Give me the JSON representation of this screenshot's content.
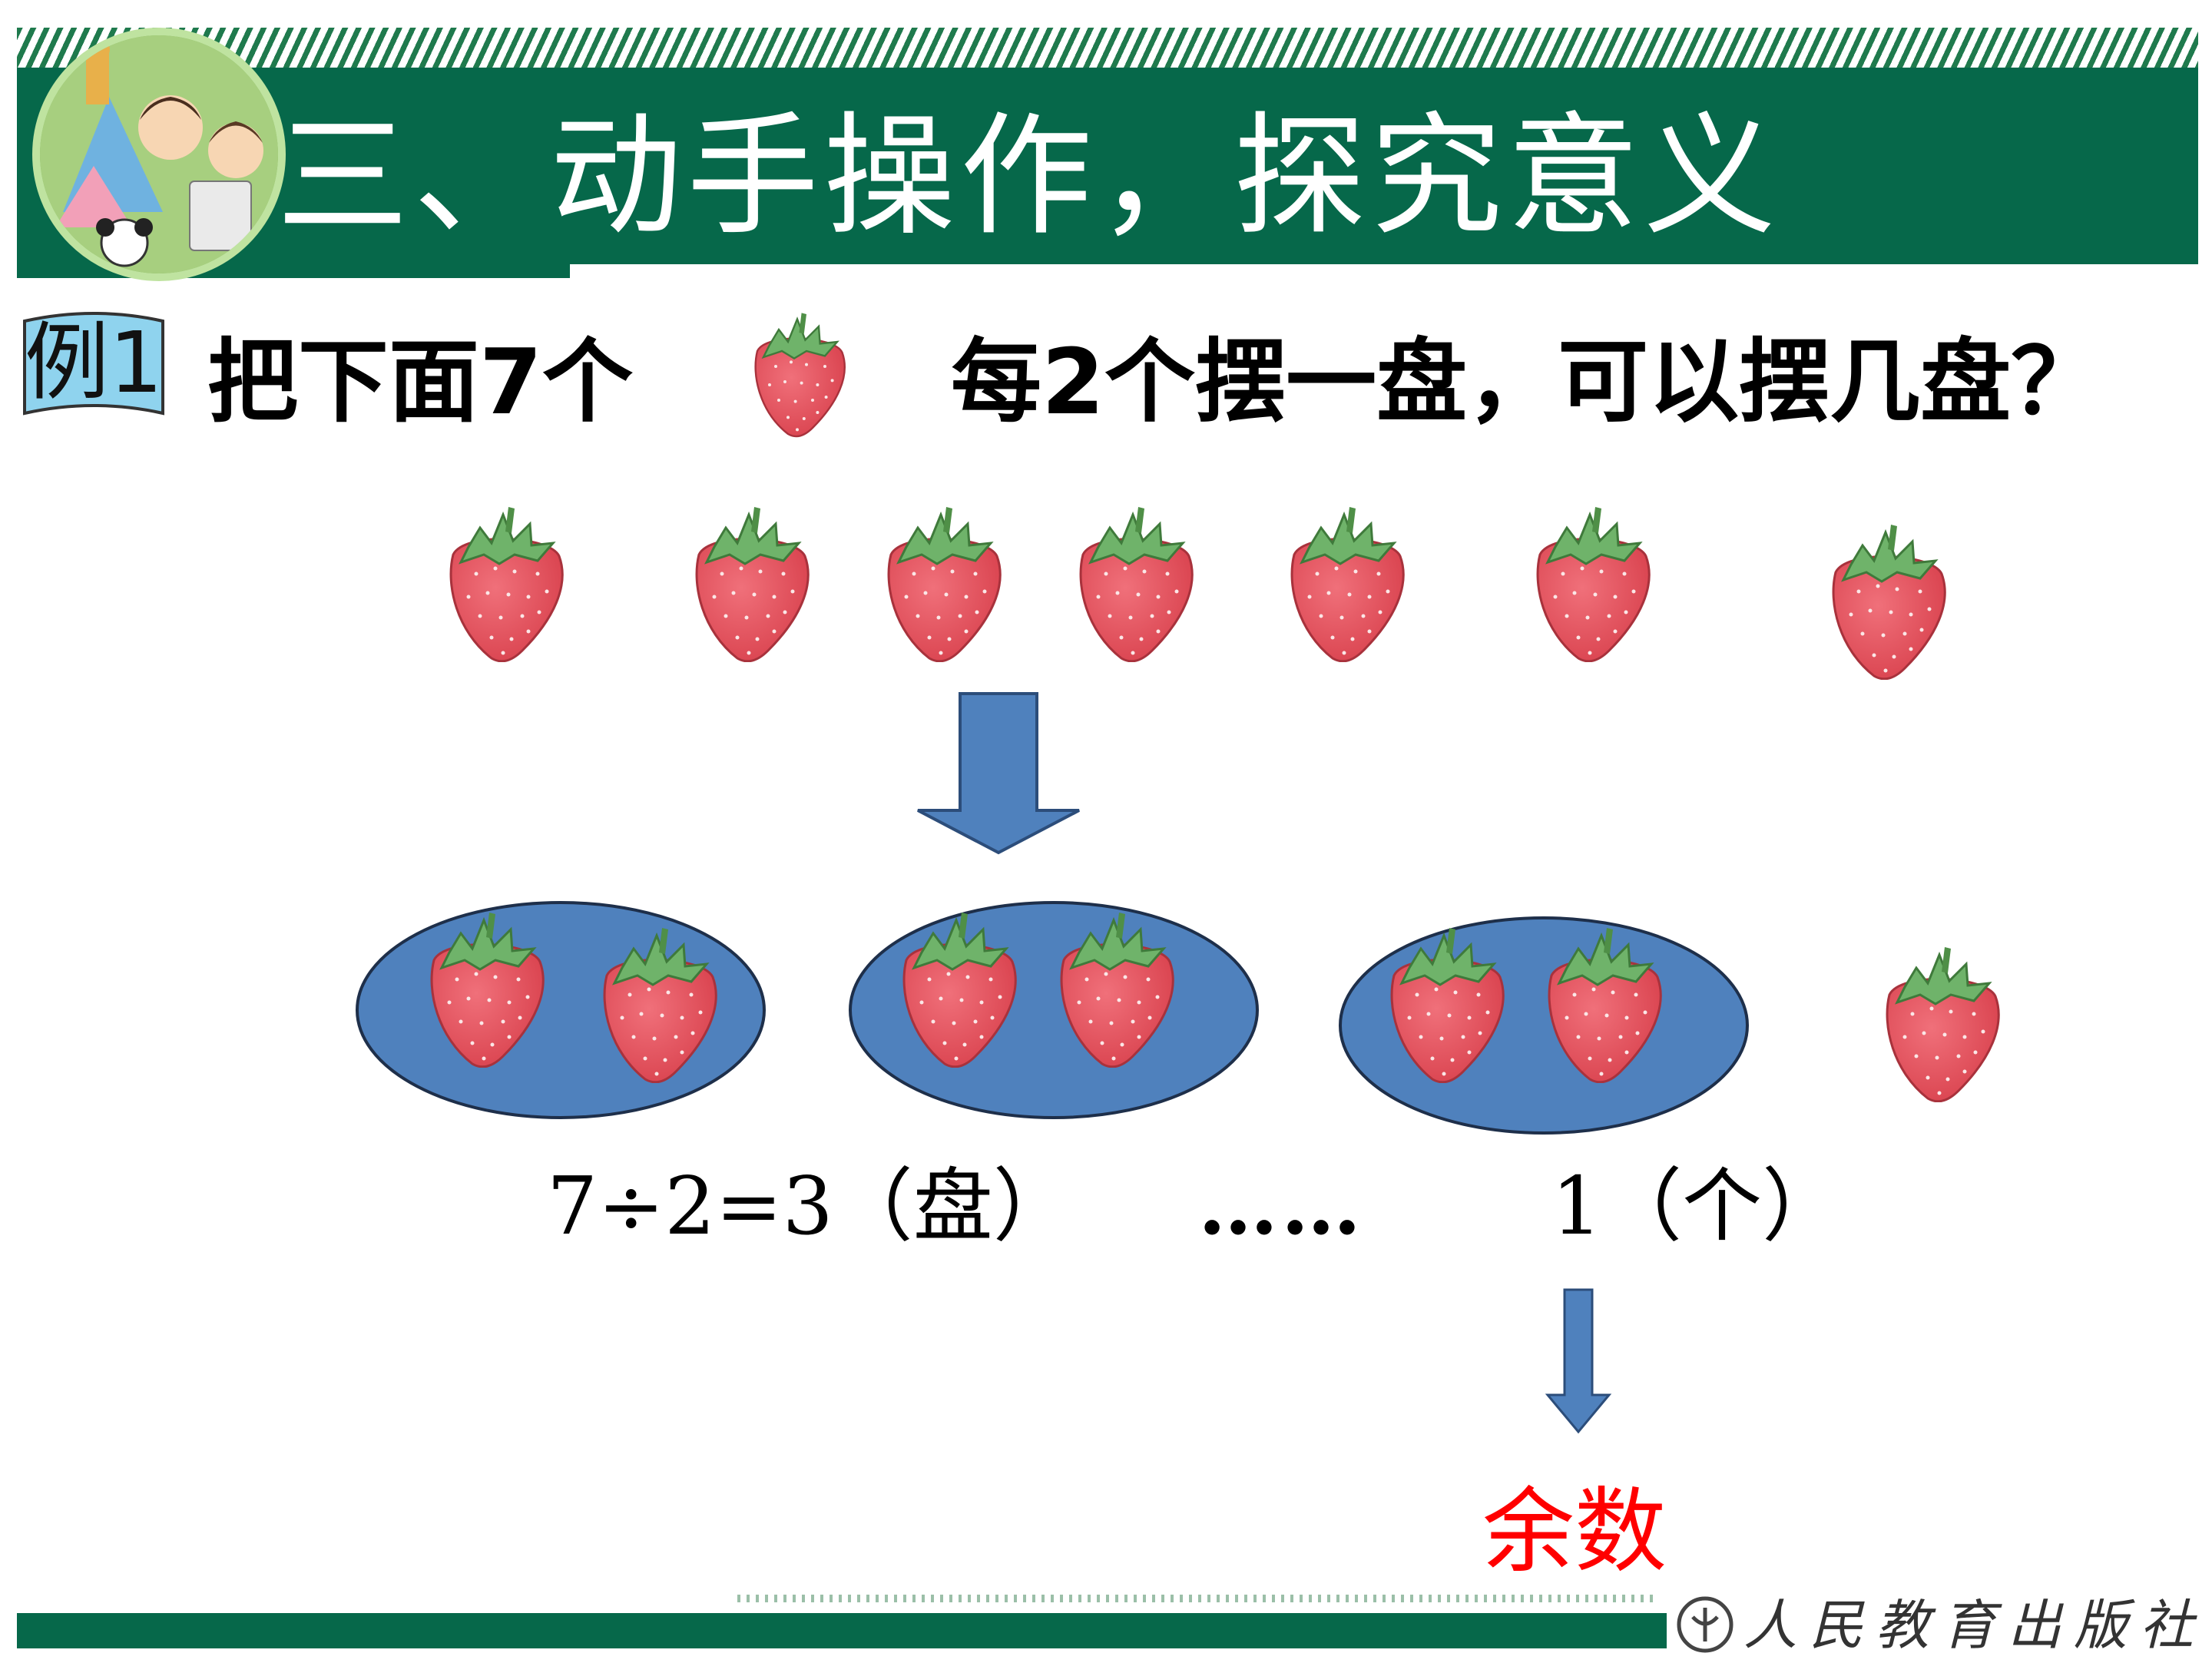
{
  "header": {
    "title": "三、动手操作，探究意义"
  },
  "example": {
    "tag": "例1",
    "question_part1": "把下面7个",
    "question_part2": "每2个摆一盘，可以摆几盘？"
  },
  "illustration": {
    "strawberry_count": 7,
    "plates": 3,
    "per_plate": 2,
    "leftover": 1
  },
  "equation": {
    "main": "7÷2=3（盘）",
    "dots": "……",
    "remainder_part": "1（个）"
  },
  "remainder_label": "余数",
  "footer": {
    "publisher": "人民教育出版社"
  },
  "colors": {
    "header_green": "#06684a",
    "plate_blue": "#4f81bd",
    "arrow_blue": "#4f81bd",
    "strawberry_red": "#e8555f",
    "leaf_green": "#6fb36a",
    "remainder_red": "#ff0000"
  }
}
